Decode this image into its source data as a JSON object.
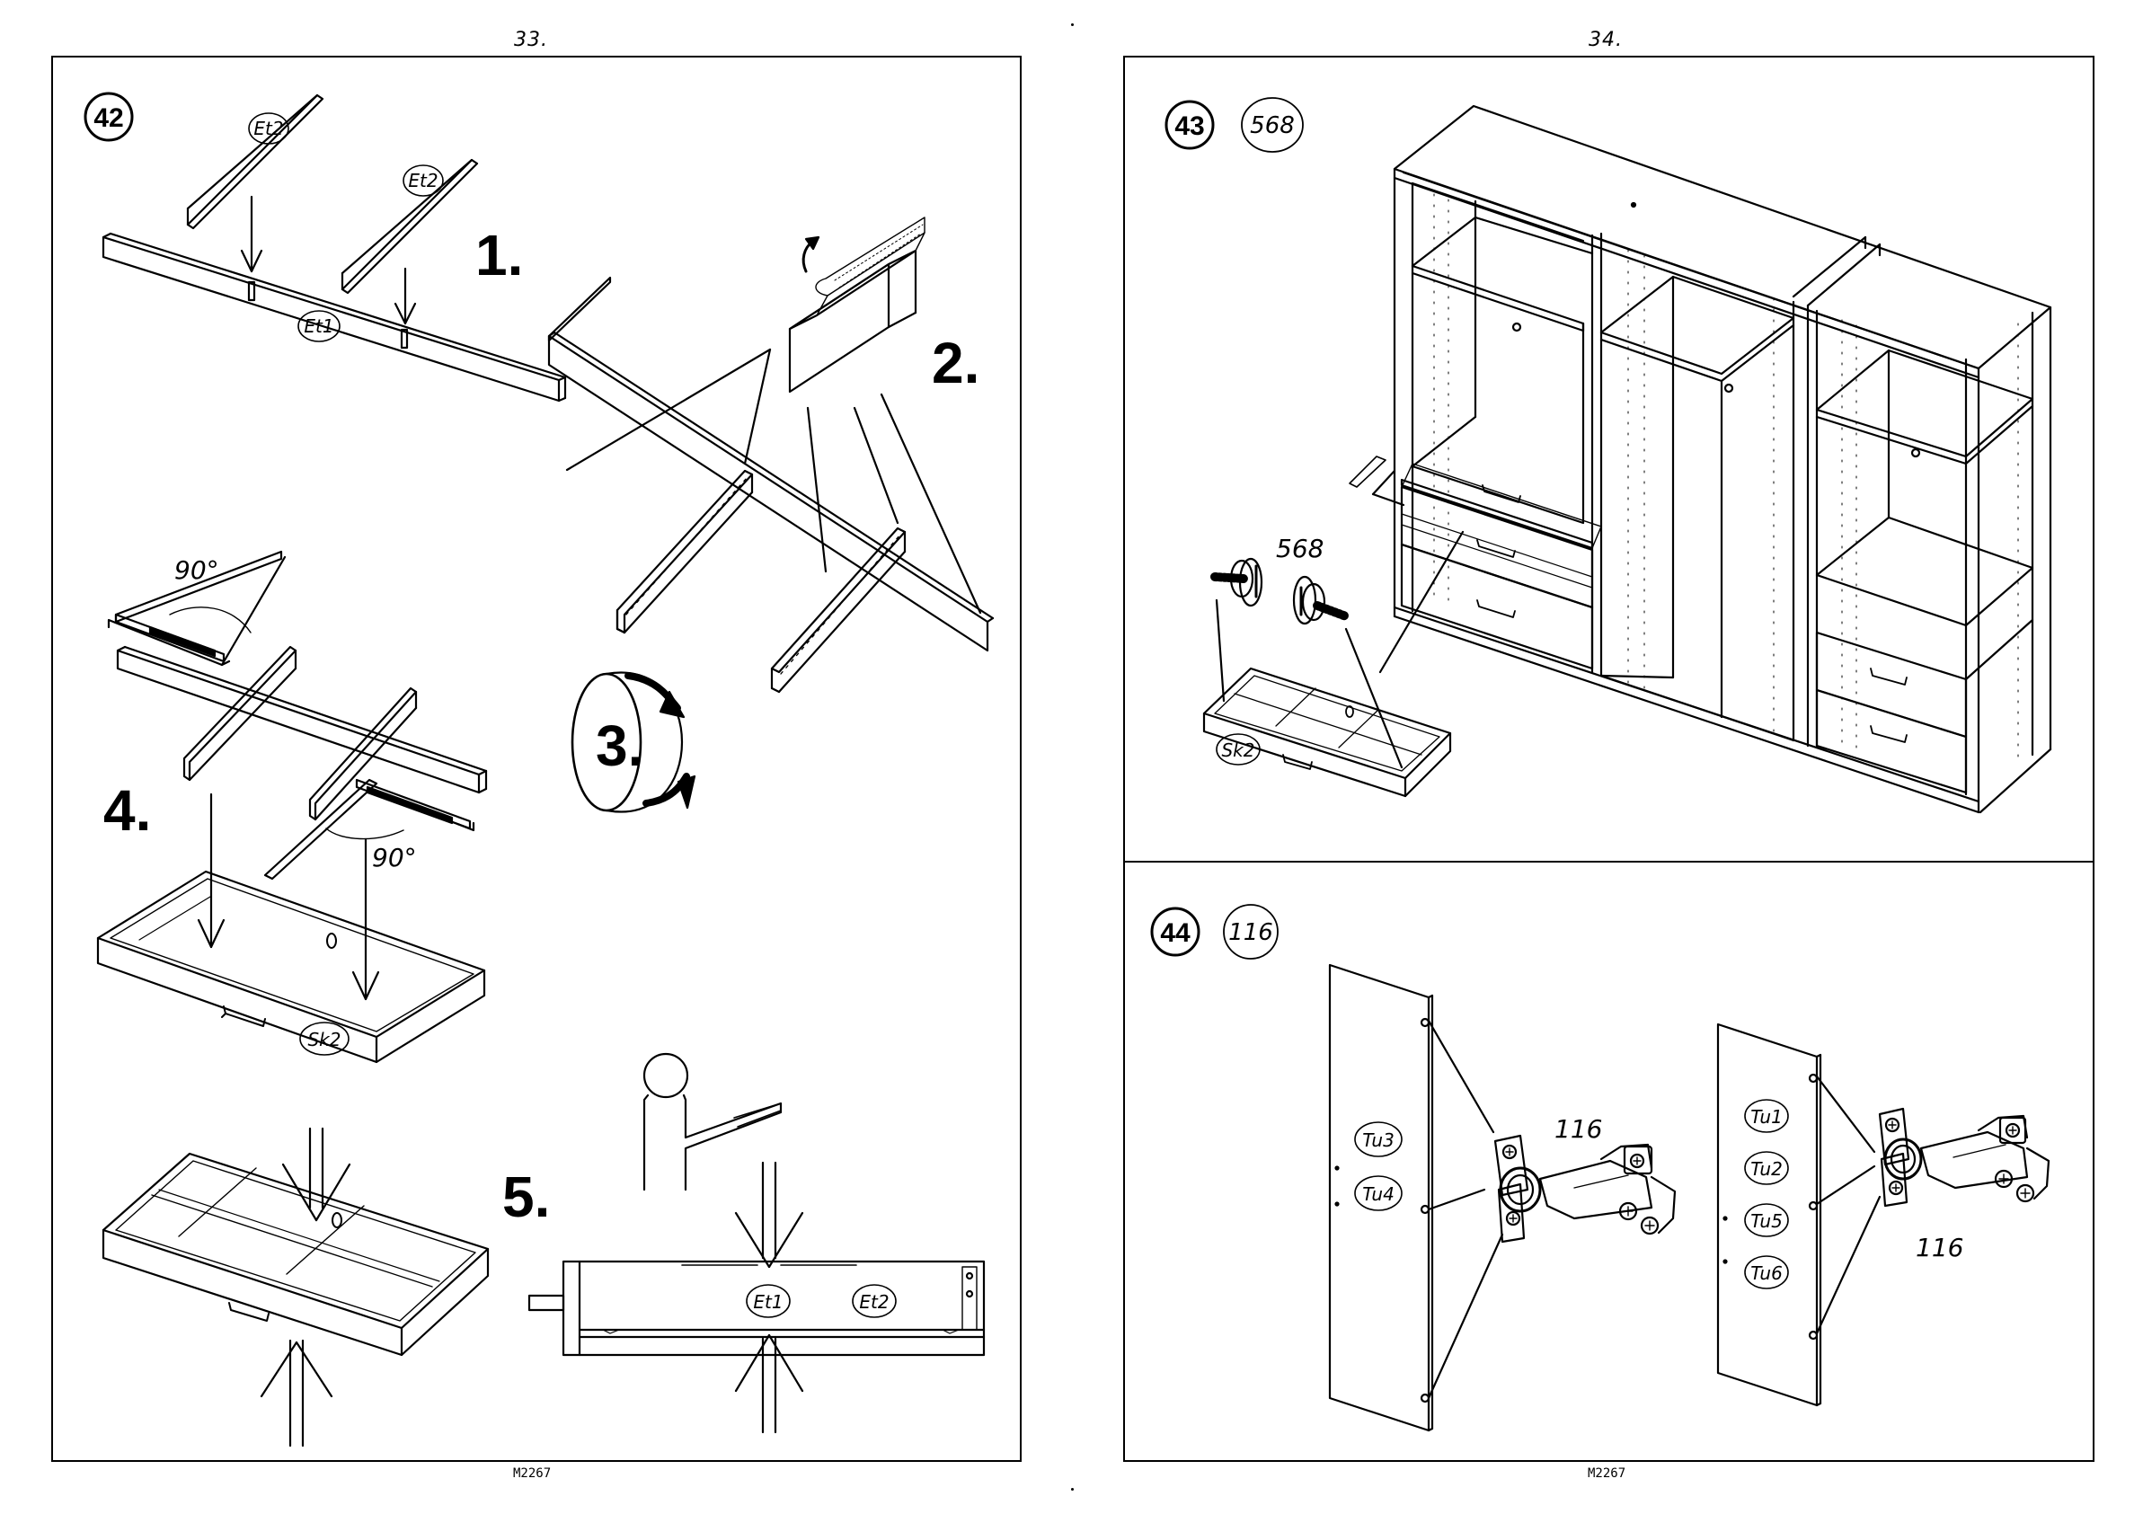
{
  "pages": [
    {
      "number": "33.",
      "code": "M2267"
    },
    {
      "number": "34.",
      "code": "M2267"
    }
  ],
  "step42": {
    "number": "42",
    "sub_steps": [
      "1.",
      "2.",
      "3.",
      "4.",
      "5."
    ],
    "labels": {
      "et1": "Et1",
      "et2": "Et2",
      "sk2": "Sk2"
    },
    "angle": "90°"
  },
  "step43": {
    "number": "43",
    "quantity": "568",
    "part_count": "568",
    "label_sk2": "Sk2"
  },
  "step44": {
    "number": "44",
    "quantity": "116",
    "hinge_count": "116",
    "door_labels_left": [
      "Tu3",
      "Tu4"
    ],
    "door_labels_right": [
      "Tu1",
      "Tu2",
      "Tu5",
      "Tu6"
    ]
  }
}
